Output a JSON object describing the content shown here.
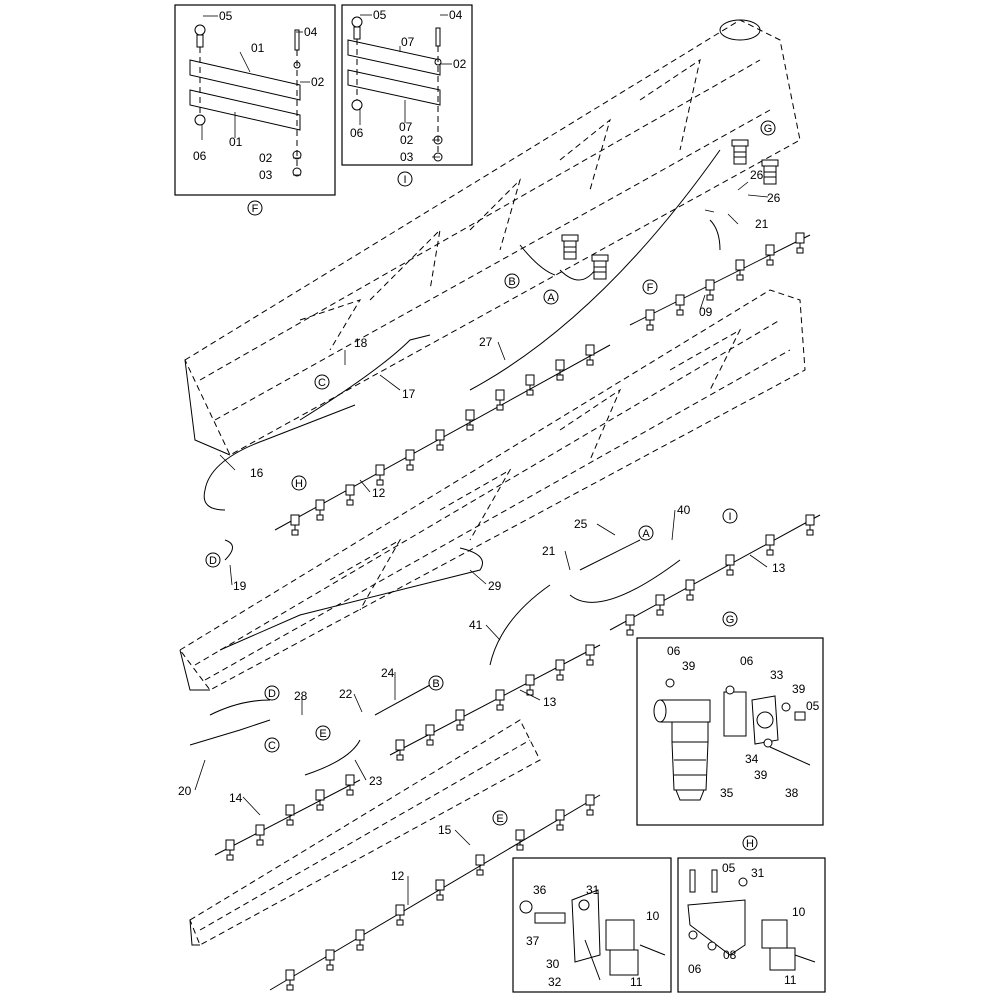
{
  "callouts": [
    {
      "id": "c-05a",
      "text": "05"
    },
    {
      "id": "c-04a",
      "text": "04"
    },
    {
      "id": "c-01a",
      "text": "01"
    },
    {
      "id": "c-02a",
      "text": "02"
    },
    {
      "id": "c-01b",
      "text": "01"
    },
    {
      "id": "c-06a",
      "text": "06"
    },
    {
      "id": "c-02b",
      "text": "02"
    },
    {
      "id": "c-03a",
      "text": "03"
    },
    {
      "id": "c-05b",
      "text": "05"
    },
    {
      "id": "c-04b",
      "text": "04"
    },
    {
      "id": "c-07a",
      "text": "07"
    },
    {
      "id": "c-02c",
      "text": "02"
    },
    {
      "id": "c-07b",
      "text": "07"
    },
    {
      "id": "c-06b",
      "text": "06"
    },
    {
      "id": "c-02d",
      "text": "02"
    },
    {
      "id": "c-03b",
      "text": "03"
    },
    {
      "id": "c-26a",
      "text": "26"
    },
    {
      "id": "c-26b",
      "text": "26"
    },
    {
      "id": "c-21a",
      "text": "21"
    },
    {
      "id": "c-09",
      "text": "09"
    },
    {
      "id": "c-27",
      "text": "27"
    },
    {
      "id": "c-18",
      "text": "18"
    },
    {
      "id": "c-17",
      "text": "17"
    },
    {
      "id": "c-16",
      "text": "16"
    },
    {
      "id": "c-12a",
      "text": "12"
    },
    {
      "id": "c-19",
      "text": "19"
    },
    {
      "id": "c-29",
      "text": "29"
    },
    {
      "id": "c-25",
      "text": "25"
    },
    {
      "id": "c-40",
      "text": "40"
    },
    {
      "id": "c-21b",
      "text": "21"
    },
    {
      "id": "c-13a",
      "text": "13"
    },
    {
      "id": "c-41",
      "text": "41"
    },
    {
      "id": "c-24",
      "text": "24"
    },
    {
      "id": "c-13b",
      "text": "13"
    },
    {
      "id": "c-28",
      "text": "28"
    },
    {
      "id": "c-22",
      "text": "22"
    },
    {
      "id": "c-23",
      "text": "23"
    },
    {
      "id": "c-20",
      "text": "20"
    },
    {
      "id": "c-14",
      "text": "14"
    },
    {
      "id": "c-15",
      "text": "15"
    },
    {
      "id": "c-12b",
      "text": "12"
    },
    {
      "id": "c-06c",
      "text": "06"
    },
    {
      "id": "c-39a",
      "text": "39"
    },
    {
      "id": "c-06d",
      "text": "06"
    },
    {
      "id": "c-33",
      "text": "33"
    },
    {
      "id": "c-39b",
      "text": "39"
    },
    {
      "id": "c-05c",
      "text": "05"
    },
    {
      "id": "c-34",
      "text": "34"
    },
    {
      "id": "c-39c",
      "text": "39"
    },
    {
      "id": "c-35",
      "text": "35"
    },
    {
      "id": "c-38",
      "text": "38"
    },
    {
      "id": "c-36",
      "text": "36"
    },
    {
      "id": "c-31a",
      "text": "31"
    },
    {
      "id": "c-10a",
      "text": "10"
    },
    {
      "id": "c-37",
      "text": "37"
    },
    {
      "id": "c-30",
      "text": "30"
    },
    {
      "id": "c-32",
      "text": "32"
    },
    {
      "id": "c-11a",
      "text": "11"
    },
    {
      "id": "c-05d",
      "text": "05"
    },
    {
      "id": "c-31b",
      "text": "31"
    },
    {
      "id": "c-10b",
      "text": "10"
    },
    {
      "id": "c-06e",
      "text": "06"
    },
    {
      "id": "c-08",
      "text": "08"
    },
    {
      "id": "c-11b",
      "text": "11"
    }
  ],
  "references": [
    {
      "id": "r-F-box",
      "text": "F"
    },
    {
      "id": "r-I-box",
      "text": "I"
    },
    {
      "id": "r-G-top",
      "text": "G"
    },
    {
      "id": "r-B1",
      "text": "B"
    },
    {
      "id": "r-A1",
      "text": "A"
    },
    {
      "id": "r-F-line",
      "text": "F"
    },
    {
      "id": "r-C1",
      "text": "C"
    },
    {
      "id": "r-H-line",
      "text": "H"
    },
    {
      "id": "r-D1",
      "text": "D"
    },
    {
      "id": "r-A2",
      "text": "A"
    },
    {
      "id": "r-I-line",
      "text": "I"
    },
    {
      "id": "r-G-box",
      "text": "G"
    },
    {
      "id": "r-B2",
      "text": "B"
    },
    {
      "id": "r-D2",
      "text": "D"
    },
    {
      "id": "r-E1",
      "text": "E"
    },
    {
      "id": "r-C2",
      "text": "C"
    },
    {
      "id": "r-E2",
      "text": "E"
    },
    {
      "id": "r-H-box",
      "text": "H"
    }
  ]
}
